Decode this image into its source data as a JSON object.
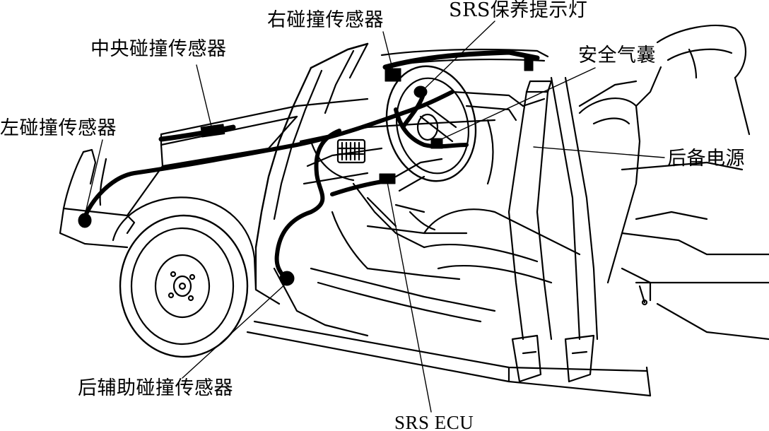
{
  "labels": {
    "center_sensor": "中央碰撞传感器",
    "right_sensor": "右碰撞传感器",
    "srs_lamp": "SRS保养提示灯",
    "airbag": "安全气囊",
    "left_sensor": "左碰撞传感器",
    "backup_power": "后备电源",
    "rear_sensor": "后辅助碰撞传感器",
    "srs_ecu": "SRS ECU"
  },
  "colors": {
    "ink": "#000000",
    "paper": "#ffffff"
  }
}
